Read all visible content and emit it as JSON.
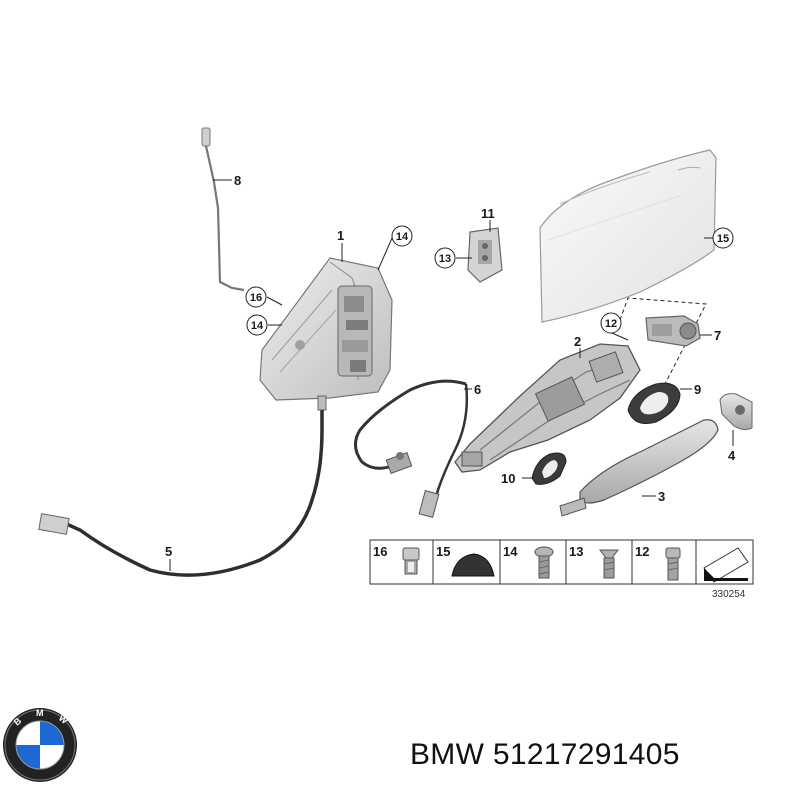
{
  "callouts": {
    "c1": "1",
    "c2": "2",
    "c3": "3",
    "c4": "4",
    "c5": "5",
    "c6": "6",
    "c7": "7",
    "c8": "8",
    "c9": "9",
    "c10": "10",
    "c11": "11",
    "c12": "12",
    "c13": "13",
    "c14a": "14",
    "c14b": "14",
    "c15": "15",
    "c16": "16"
  },
  "fasteners": {
    "items": [
      {
        "num": "16"
      },
      {
        "num": "15"
      },
      {
        "num": "14"
      },
      {
        "num": "13"
      },
      {
        "num": "12"
      }
    ],
    "ref_number": "330254"
  },
  "caption": {
    "brand": "BMW",
    "part_number": "51217291405"
  },
  "colors": {
    "line": "#222222",
    "part_fill": "#d9d9d9",
    "door_fill": "#f1f1f1",
    "logo_blue": "#1c69d4"
  }
}
